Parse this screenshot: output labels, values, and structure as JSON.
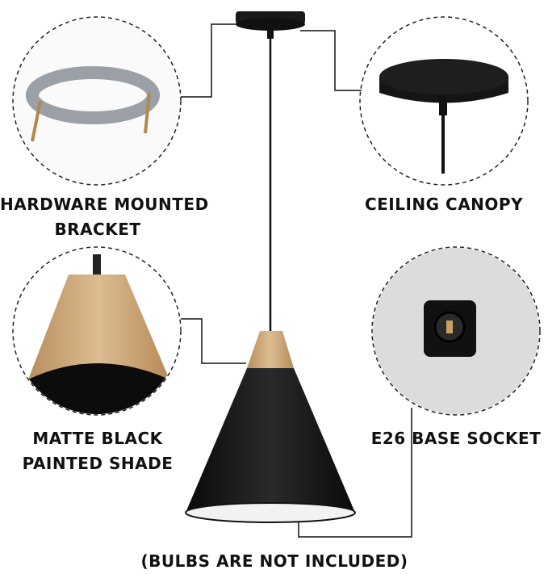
{
  "labels": {
    "hardware_line1": "HARDWARE MOUNTED",
    "hardware_line2": "BRACKET",
    "canopy": "CEILING CANOPY",
    "shade_line1": "MATTE BLACK",
    "shade_line2": "PAINTED SHADE",
    "socket": "E26 BASE SOCKET",
    "note": "(BULBS ARE NOT INCLUDED)"
  },
  "colors": {
    "shade": "#111111",
    "wood": "#c9a57a",
    "circle_border": "#222222",
    "socket_bg": "#dcdcdc"
  }
}
